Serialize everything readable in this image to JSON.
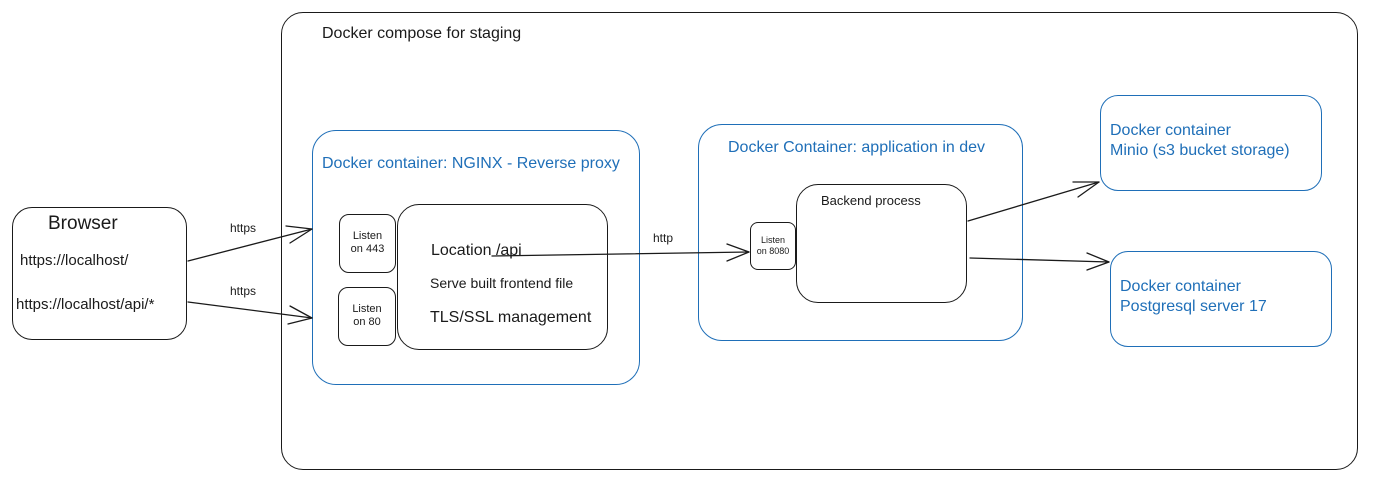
{
  "compose": {
    "title": "Docker compose for staging"
  },
  "browser": {
    "title": "Browser",
    "url_root": "https://localhost/",
    "url_api": "https://localhost/api/*"
  },
  "edges": {
    "https_1": "https",
    "https_2": "https",
    "http": "http"
  },
  "nginx": {
    "title": "Docker container: NGINX - Reverse proxy",
    "listen_443_line1": "Listen",
    "listen_443_line2": "on 443",
    "listen_80_line1": "Listen",
    "listen_80_line2": "on 80",
    "location_api": "Location /api",
    "serve_frontend": "Serve built frontend file",
    "tls": "TLS/SSL management"
  },
  "app": {
    "title": "Docker Container: application in dev",
    "listen_line1": "Listen",
    "listen_line2": "on 8080",
    "backend": "Backend process"
  },
  "minio": {
    "line1": "Docker container",
    "line2": "Minio (s3 bucket storage)"
  },
  "postgres": {
    "line1": "Docker container",
    "line2": "Postgresql server 17"
  },
  "colors": {
    "blue": "#1f6fb8",
    "black": "#1a1a1a"
  }
}
